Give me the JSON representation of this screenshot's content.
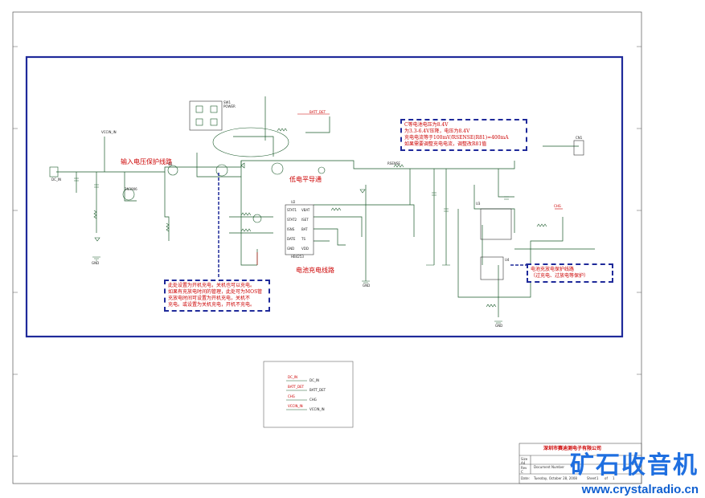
{
  "title_block": {
    "company": "深圳市赛迪测电子有限公司",
    "size_label": "Size",
    "size_value": "A4",
    "doc_label": "Document Number",
    "rev_label": "Rev",
    "rev_value": "C",
    "date_label": "Date:",
    "date_value": "Tuesday, October 28, 2008",
    "sheet_label": "Sheet",
    "sheet_value": "1",
    "of_label": "of",
    "of_value": "1"
  },
  "watermark": {
    "brand_cn": "矿石收音机",
    "url": "www.crystalradio.cn"
  },
  "section_titles": {
    "input_protect": "输入电压保护线路",
    "level_shift": "低电平导通",
    "charge_circuit": "电池充电线路",
    "battery_protect": "电池充放电保护线路"
  },
  "notes": {
    "voltage_note": [
      "C等电池电压为8.4V",
      "为3.3-6.4V压降，电压为8.4V",
      "充电电流等于100mV/RSENSE(R81)=400mA",
      "如果需要调整充电电流，调整改R81值"
    ],
    "switch_note": [
      "此处设置为开机充电，关机也可以充电。",
      "如果有充放电时间的管理，此处可为MOS管",
      "充放电时间可设置为开机充电，关机不",
      "充电。或设置为关机充电，开机不充电。"
    ],
    "protect_note": [
      "电池充放电保护线路",
      "（过充电、过放电等保护）"
    ]
  },
  "components": {
    "dc_in": "DC_IN",
    "batt_det": "BATT_DET",
    "vcc_in": "VCCIN_IN",
    "chg": "CHG",
    "ic_main": "HB4253",
    "ic_main_ref": "U2",
    "ic_prot": "U3",
    "ic_prot2": "U4",
    "power_sw": "SW1",
    "power_label": "POWER",
    "q1": "Q1",
    "q2": "2N3906",
    "r_sense": "RSENSE",
    "gnd": "GND",
    "cn1": "CN1",
    "pins": [
      "STAT1",
      "STAT2",
      "ISNS",
      "DATE",
      "GND",
      "VBAT",
      "ISET",
      "BAT",
      "TS",
      "VDD"
    ]
  },
  "legend_box": {
    "ports": [
      "DC_IN",
      "BATT_DET",
      "CHG",
      "VCCIN_IN"
    ]
  }
}
